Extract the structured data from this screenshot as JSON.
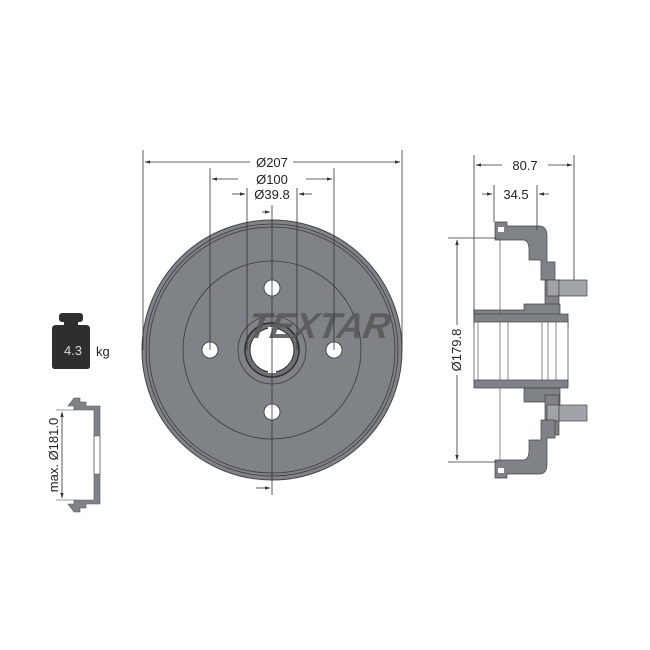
{
  "brand": {
    "logo_text": "TEXTAR",
    "logo_color": "#5a5a5a"
  },
  "colors": {
    "drum_fill": "#7f8287",
    "drum_stroke": "#3a3a3a",
    "dim_line": "#333333",
    "weight_icon": "#2e2e2e"
  },
  "front_view": {
    "dimensions": {
      "outer_diameter": "Ø207",
      "bolt_circle": "Ø100",
      "center_bore": "Ø39.8"
    },
    "bolt_holes": 4
  },
  "weight": {
    "value": "4.3",
    "unit": "kg",
    "icon": "weight-icon"
  },
  "small_section": {
    "label": "max. Ø181.0"
  },
  "side_view": {
    "dimensions": {
      "total_width": "80.7",
      "hub_width": "34.5",
      "inner_diameter": "Ø179.8"
    }
  }
}
